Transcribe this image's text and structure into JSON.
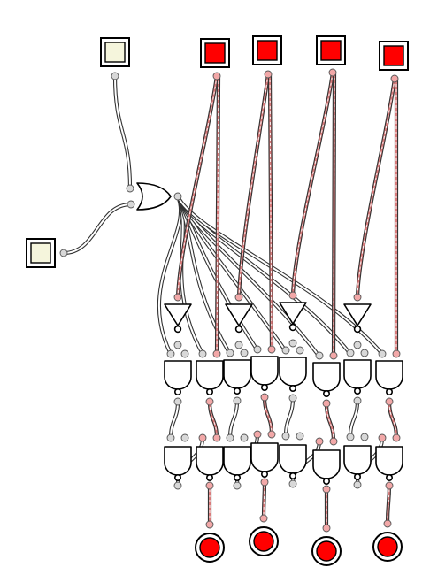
{
  "colors": {
    "on": "#ff0000",
    "off": "#f5f5dc",
    "wire_on": "#d87a7a",
    "pin_on": "#f2a8a8",
    "pin_off": "#d8d8d8"
  },
  "circuit": {
    "inputs": [
      {
        "id": "enable_a",
        "state": "off"
      },
      {
        "id": "enable_b",
        "state": "off"
      },
      {
        "id": "data_0",
        "state": "on"
      },
      {
        "id": "data_1",
        "state": "on"
      },
      {
        "id": "data_2",
        "state": "on"
      },
      {
        "id": "data_3",
        "state": "on"
      }
    ],
    "gates": [
      {
        "id": "or_enable",
        "type": "OR",
        "inputs": [
          "enable_a",
          "enable_b"
        ]
      },
      {
        "id": "not_0",
        "type": "NOT",
        "inputs": [
          "data_0"
        ]
      },
      {
        "id": "not_1",
        "type": "NOT",
        "inputs": [
          "data_1"
        ]
      },
      {
        "id": "not_2",
        "type": "NOT",
        "inputs": [
          "data_2"
        ]
      },
      {
        "id": "not_3",
        "type": "NOT",
        "inputs": [
          "data_3"
        ]
      },
      {
        "id": "and_0a",
        "type": "AND"
      },
      {
        "id": "and_0b",
        "type": "AND"
      },
      {
        "id": "and_1a",
        "type": "AND"
      },
      {
        "id": "and_1b",
        "type": "AND"
      },
      {
        "id": "and_2a",
        "type": "AND"
      },
      {
        "id": "and_2b",
        "type": "AND"
      },
      {
        "id": "and_3a",
        "type": "AND"
      },
      {
        "id": "and_3b",
        "type": "AND"
      },
      {
        "id": "latch_0a",
        "type": "AND"
      },
      {
        "id": "latch_0b",
        "type": "AND"
      },
      {
        "id": "latch_1a",
        "type": "AND"
      },
      {
        "id": "latch_1b",
        "type": "AND"
      },
      {
        "id": "latch_2a",
        "type": "AND"
      },
      {
        "id": "latch_2b",
        "type": "AND"
      },
      {
        "id": "latch_3a",
        "type": "AND"
      },
      {
        "id": "latch_3b",
        "type": "AND"
      }
    ],
    "outputs": [
      {
        "id": "q_0",
        "state": "on"
      },
      {
        "id": "q_1",
        "state": "on"
      },
      {
        "id": "q_2",
        "state": "on"
      },
      {
        "id": "q_3",
        "state": "on"
      }
    ]
  }
}
